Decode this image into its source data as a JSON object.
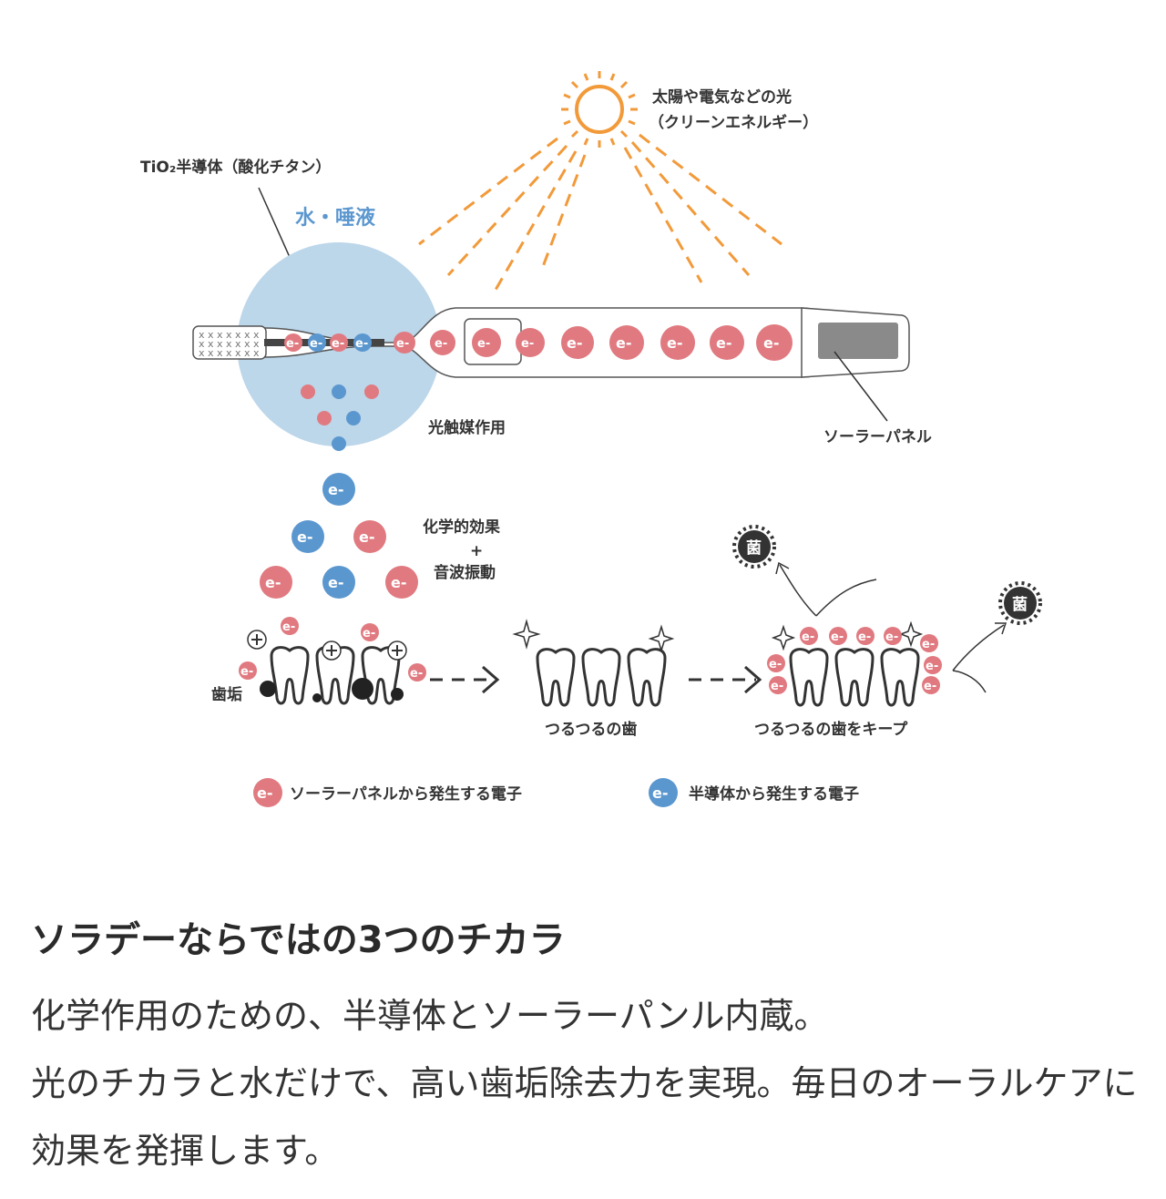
{
  "diagram": {
    "sun_label_line1": "太陽や電気などの光",
    "sun_label_line2": "（クリーンエネルギー）",
    "tio2_label": "TiO₂半導体（酸化チタン）",
    "water_label": "水・唾液",
    "photocatalysis_label": "光触媒作用",
    "solar_panel_label": "ソーラーパネル",
    "effect_line1": "化学的効果",
    "effect_plus": "+",
    "effect_line2": "音波振動",
    "plaque_label": "歯垢",
    "smooth_teeth_label": "つるつるの歯",
    "keep_smooth_label": "つるつるの歯をキープ",
    "electron_symbol": "e-",
    "germ_symbol": "菌",
    "legend": [
      {
        "text": "ソーラーパネルから発生する電子",
        "color": "#e07a80"
      },
      {
        "text": "半導体から発生する電子",
        "color": "#5b97cf"
      }
    ],
    "colors": {
      "red_electron": "#e07a80",
      "blue_electron": "#5b97cf",
      "water_circle": "#bcd6ea",
      "sun_rays": "#f29a3a"
    }
  },
  "text": {
    "heading": "ソラデーならではの3つのチカラ",
    "line1": "化学作用のための、半導体とソーラーパンル内蔵。",
    "line2": "光のチカラと水だけで、高い歯垢除去力を実現。毎日のオーラルケアに効果を発揮します。"
  }
}
